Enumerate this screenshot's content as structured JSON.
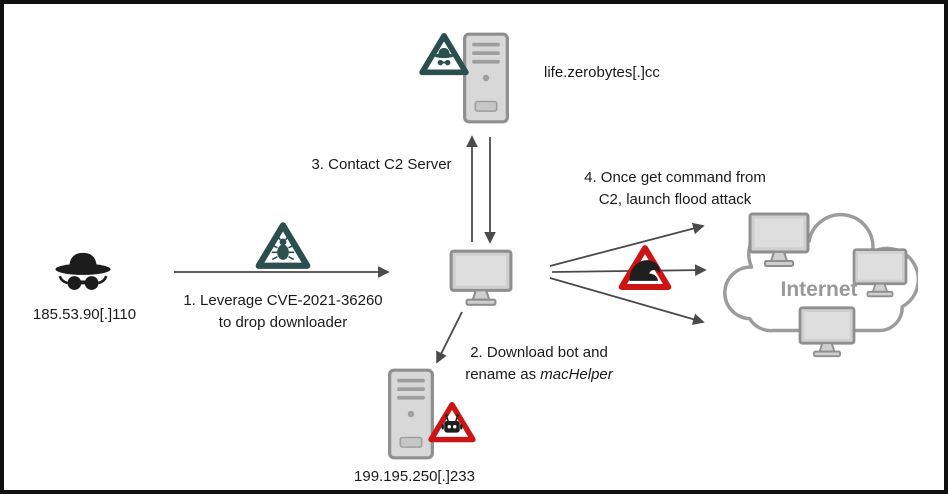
{
  "diagram": {
    "attacker": {
      "ip": "185.53.90[.]110",
      "icon": "hacker-spy-icon"
    },
    "c2_server": {
      "domain": "life.zerobytes[.]cc",
      "icon": "server-tower-icon",
      "badge": "spy-warning-triangle-icon"
    },
    "download_server": {
      "ip": "199.195.250[.]233",
      "icon": "server-tower-icon",
      "badge": "bot-warning-triangle-icon"
    },
    "victim": {
      "icon": "computer-monitor-icon"
    },
    "internet": {
      "label": "Internet",
      "icon": "cloud-icon"
    },
    "steps": {
      "step1": {
        "line1": "1. Leverage CVE-2021-36260",
        "line2": "to drop downloader",
        "badge": "bug-warning-triangle-icon"
      },
      "step2": {
        "line1": "2. Download bot and",
        "line2_prefix": "rename as ",
        "line2_italic": "macHelper"
      },
      "step3": {
        "label": "3. Contact C2 Server"
      },
      "step4": {
        "line1": "4. Once get command from",
        "line2": "C2, launch flood attack",
        "badge": "flood-wave-warning-triangle-icon"
      }
    },
    "colors": {
      "warning_dark_teal": "#2b4f4e",
      "warning_red": "#cc1414",
      "device_gray": "#d4d4d4",
      "outline_gray": "#8f8f8f",
      "arrow_gray": "#4a4a4a",
      "internet_text_gray": "#999999",
      "text_dark": "#1a1a1a"
    }
  }
}
